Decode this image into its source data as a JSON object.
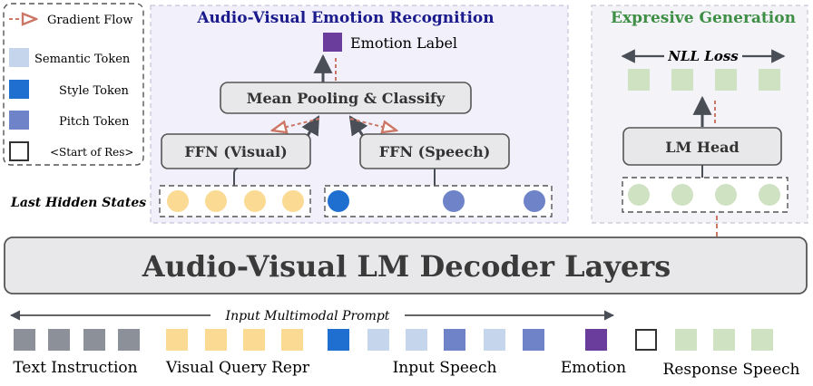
{
  "legend": {
    "items": [
      {
        "label": "Gradient Flow",
        "kind": "arrow"
      },
      {
        "label": "Semantic Token",
        "kind": "token",
        "color": "#c5d6ec"
      },
      {
        "label": "Style Token",
        "kind": "token",
        "color": "#1f6fd1"
      },
      {
        "label": "Pitch Token",
        "kind": "token",
        "color": "#6f83c9"
      },
      {
        "label": "<Start of Res>",
        "kind": "outline"
      }
    ]
  },
  "avr": {
    "title": "Audio-Visual Emotion Recognition",
    "emotion_label": "Emotion Label",
    "classify": "Mean Pooling & Classify",
    "ffn_visual": "FFN (Visual)",
    "ffn_speech": "FFN (Speech)",
    "hidden_states_label": "Last Hidden States"
  },
  "eg": {
    "title": "Expresive Generation",
    "loss": "NLL Loss",
    "lm_head": "LM Head"
  },
  "decoder": {
    "label": "Audio-Visual LM Decoder Layers"
  },
  "input": {
    "prompt_label": "Input Multimodal Prompt",
    "groups": [
      {
        "label": "Text Instruction"
      },
      {
        "label": "Visual Query Repr"
      },
      {
        "label": "Input Speech"
      },
      {
        "label": "Emotion"
      },
      {
        "label": "Response Speech"
      }
    ]
  },
  "colors": {
    "gray_token": "#8c9098",
    "visual_token": "#fbdb94",
    "semantic_token": "#c5d6ec",
    "style_token": "#1f6fd1",
    "pitch_token": "#6f83c9",
    "emotion_token": "#6a3c9c",
    "response_token": "#cfe3c3",
    "gradient_arrow": "#cc7766",
    "avr_title": "#1a1a8c",
    "eg_title": "#3e8e45"
  }
}
